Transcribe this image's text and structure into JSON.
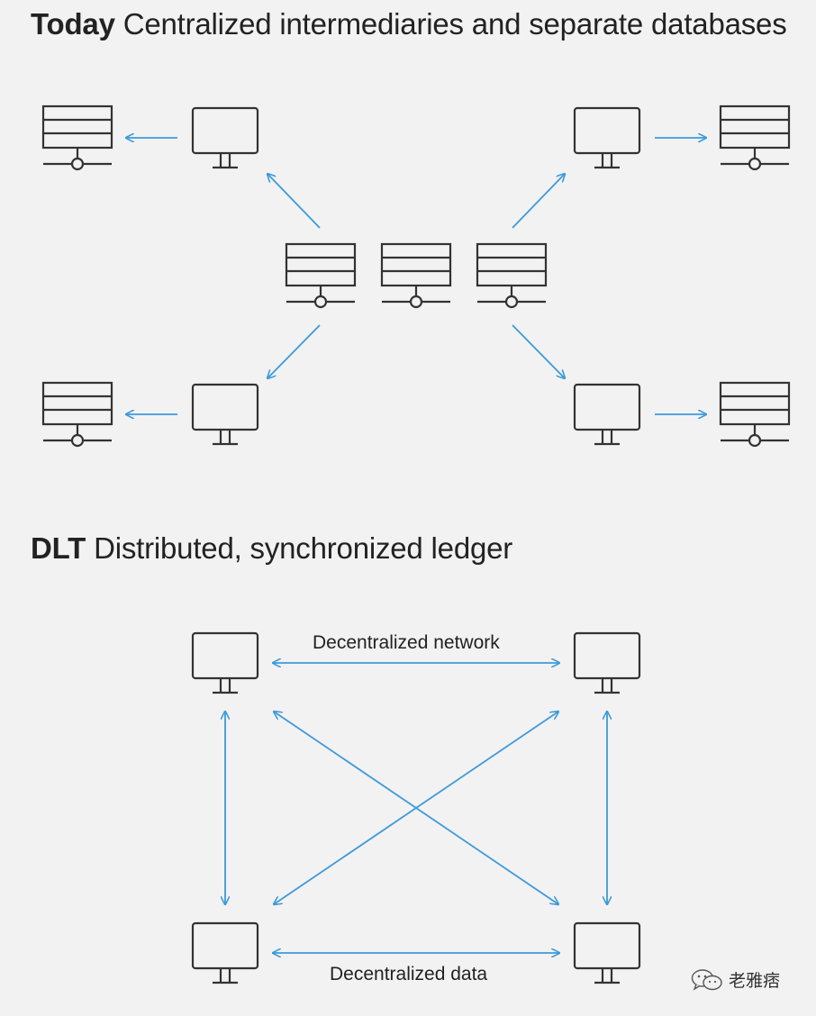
{
  "today": {
    "title_bold": "Today",
    "title_rest": "Centralized intermediaries and separate databases"
  },
  "dlt": {
    "title_bold": "DLT",
    "title_rest": "Distributed, synchronized ledger",
    "label_network": "Decentralized network",
    "label_data": "Decentralized data"
  },
  "watermark": {
    "text": "老雅痞"
  },
  "colors": {
    "arrow": "#3d9ad9",
    "icon": "#333333",
    "background": "#f2f2f2",
    "text": "#222222"
  },
  "icons": {
    "server": "database-server-icon",
    "monitor": "computer-monitor-icon",
    "watermark": "wechat-icon"
  }
}
